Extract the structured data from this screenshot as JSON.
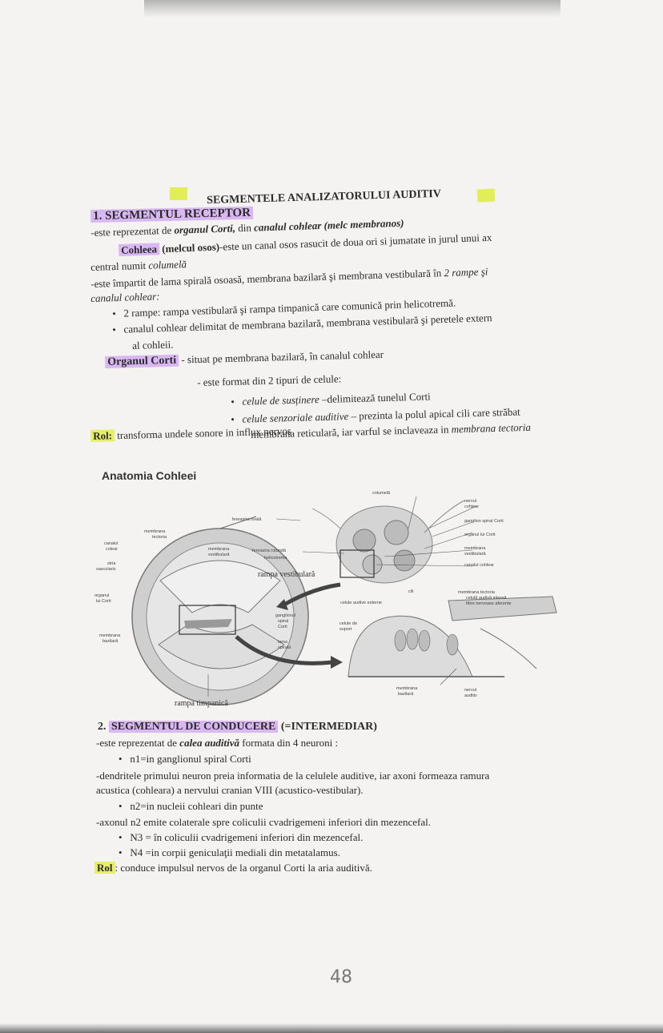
{
  "title": "SEGMENTELE ANALIZATORULUI AUDITIV",
  "section1": {
    "heading": "1. SEGMENTUL RECEPTOR",
    "intro_a": "-este reprezentat de ",
    "intro_b": "organul Corti,",
    "intro_c": " din ",
    "intro_d": "canalul cohlear (melc membranos)",
    "cohleea_a": "Cohleea",
    "cohleea_b": " (melcul osos)",
    "cohleea_c": "-este un canal osos rasucit de doua ori si jumatate in jurul unui ax",
    "central_a": "central numit ",
    "central_b": "columelă",
    "impartit_a": "-este împartit de lama spirală osoasă, membrana bazilară şi membrana vestibulară în ",
    "impartit_b": "2 rampe şi",
    "canal_label": "canalul cohlear:",
    "bullet1": "2 rampe: rampa vestibulară şi rampa timpanică care comunică prin helicotremă.",
    "bullet2a": "canalul cohlear delimitat de membrana bazilară, membrana vestibulară şi peretele extern",
    "bullet2b": "al cohleii.",
    "organ_label": "Organul Corti",
    "organ_text": " - situat pe membrana bazilară, în canalul cohlear",
    "format_text": "- este format din 2 tipuri de celule:",
    "cell1_a": "celule de susținere",
    "cell1_b": " –delimitează tunelul Corti",
    "cell2_a": "celule senzoriale auditive",
    "cell2_b": " – prezinta la polul apical cili care străbat",
    "cell2_c": "membrana reticulară, iar varful se inclaveaza in ",
    "cell2_d": "membrana tectoria",
    "rol_label": "Rol:",
    "rol_text": " transforma undele sonore in influx nervos"
  },
  "diagram": {
    "title": "Anatomia Cohleei",
    "labels": {
      "fereastra_ovala": "fereastra ovală",
      "columela": "columelă",
      "nervul_cohlear_1": "nervul",
      "nervul_cohlear_2": "cohlear",
      "ganglion_spiral": "ganglion spiral Corti",
      "organul_corti_r": "organul lui Corti",
      "membrana_vest_r1": "membrana",
      "membrana_vest_r2": "vestibulară",
      "canalul_cohlear_r": "canalul cohlear",
      "membrana_tectoria_1": "membrana",
      "membrana_tectoria_2": "tectoria",
      "canalul_colear_1": "canalul",
      "canalul_colear_2": "colear",
      "stria_1": "stria",
      "stria_2": "vascularis",
      "membrana_vest_c1": "membrana",
      "membrana_vest_c2": "vestibulară",
      "fereastra_rotunda": "fereastra rotundă",
      "helicotrema": "helicotrema",
      "rampa_vestibulara": "rampa vestibulară",
      "organul_corti_l1": "organul",
      "organul_corti_l2": "lui Corti",
      "membrana_bazilara_l1": "membrana",
      "membrana_bazilara_l2": "bazilară",
      "ganglionul_1": "ganglionul",
      "ganglionul_2": "spiral",
      "ganglionul_3": "Corti",
      "lama_1": "lama",
      "lama_2": "spirală",
      "rampa_timpanica": "rampa timpanică",
      "celule_aud_externe": "celule audive externe",
      "cili": "cili",
      "celule_suport_1": "celule de",
      "celule_suport_2": "suport",
      "mem_tectoria_r": "membrana tectoria",
      "celula_aud_interna": "celulă audivă internă",
      "fibre_nervoase": "fibre nervoase aferente",
      "membrana_bazilara_r1": "membrana",
      "membrana_bazilara_r2": "bazilară",
      "nervul_auditiv_1": "nervul",
      "nervul_auditiv_2": "auditiv"
    }
  },
  "section2": {
    "heading_num": "2. ",
    "heading": "SEGMENTUL DE CONDUCERE",
    "heading_suffix": " (=INTERMEDIAR)",
    "intro_a": "-este reprezentat de ",
    "intro_b": "calea auditivă",
    "intro_c": " formata din 4 neuroni :",
    "n1": "n1=in ganglionul spiral Corti",
    "dendrite_a": "-dendritele primului neuron preia informatia de la celulele auditive, iar axoni formeaza ramura",
    "dendrite_b": "acustica (cohleara) a nervului cranian VIII (acustico-vestibular).",
    "n2": "n2=in nucleii cohleari din punte",
    "axon": "-axonul n2 emite colaterale spre coliculii cvadrigemeni inferiori din mezencefal.",
    "n3": "N3 = în coliculii cvadrigemeni inferiori din mezencefal.",
    "n4": "N4 =in corpii geniculaţii mediali din metatalamus.",
    "rol_label": "Rol",
    "rol_text": ": conduce impulsul nervos de la organul Corti la aria auditivă."
  },
  "page_number": "48"
}
